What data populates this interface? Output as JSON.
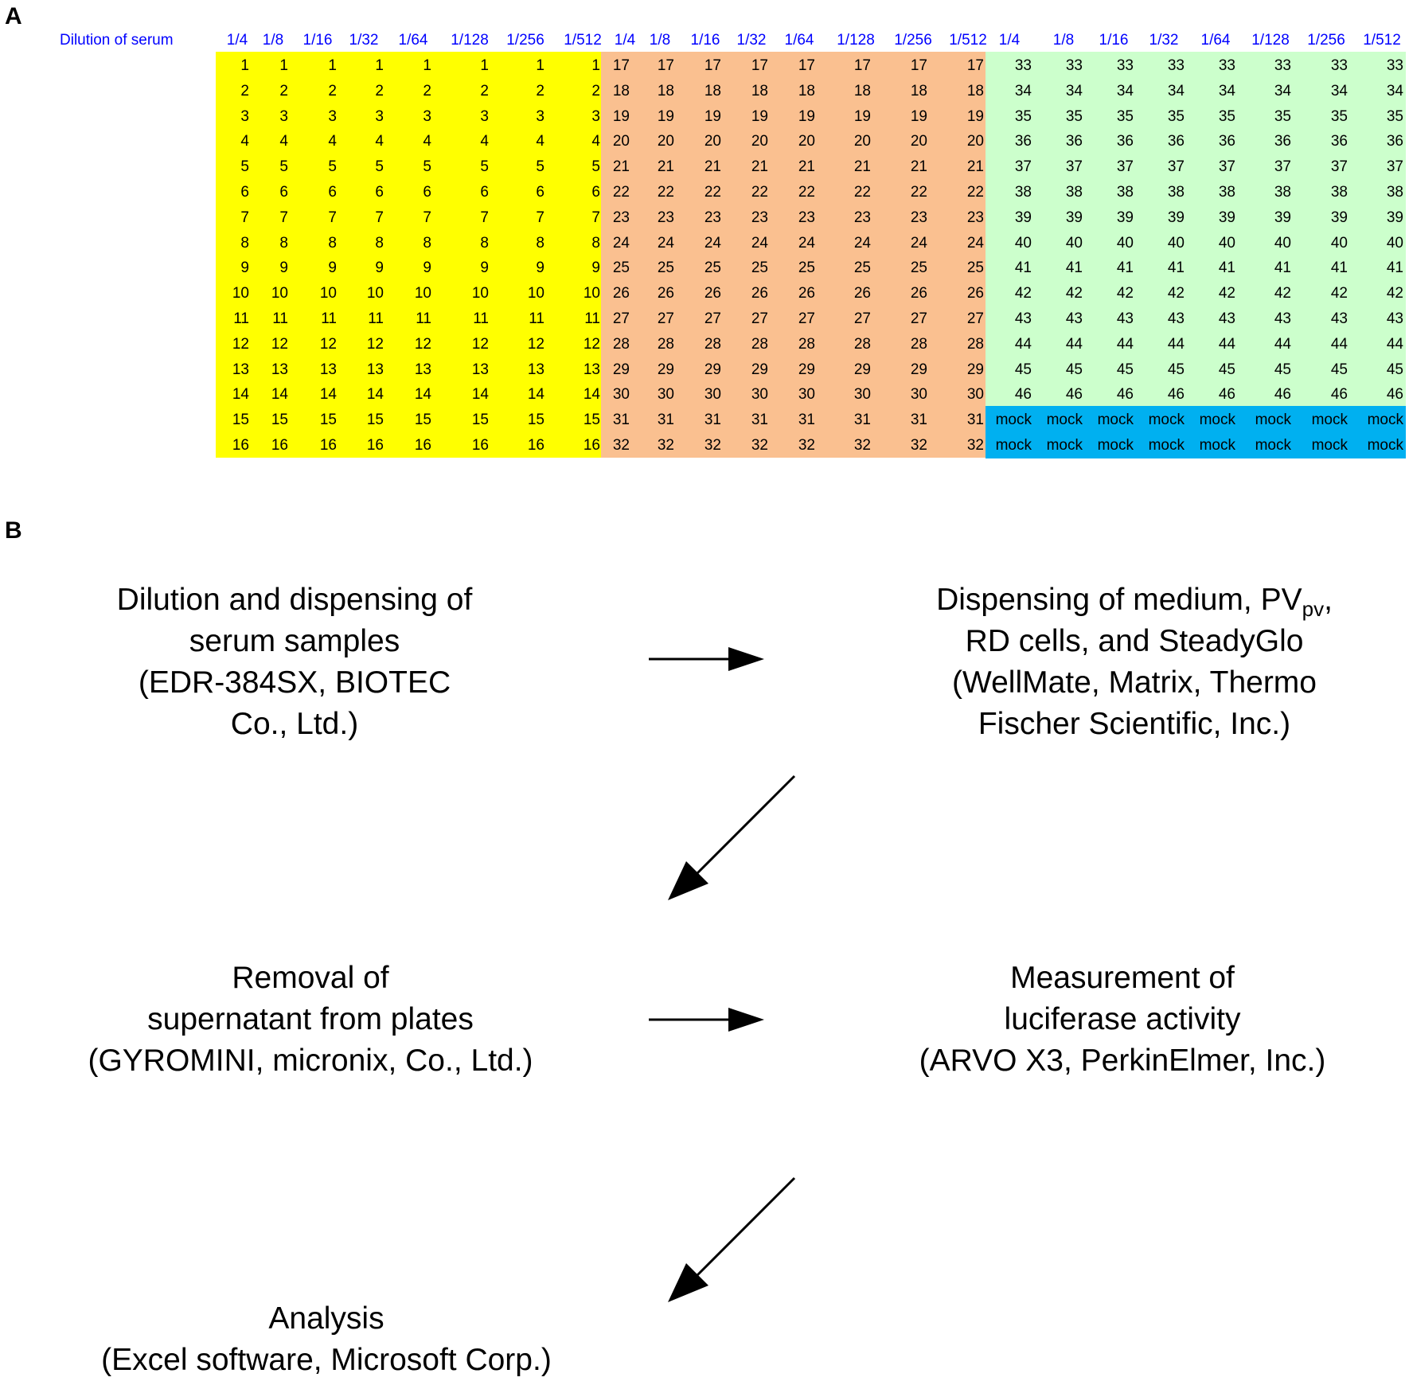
{
  "panel_labels": {
    "a": "A",
    "b": "B"
  },
  "plate": {
    "header_title": "Dilution of serum",
    "dilutions": [
      "1/4",
      "1/8",
      "1/16",
      "1/32",
      "1/64",
      "1/128",
      "1/256",
      "1/512",
      "1/4",
      "1/8",
      "1/16",
      "1/32",
      "1/64",
      "1/128",
      "1/256",
      "1/512",
      "1/4",
      "1/8",
      "1/16",
      "1/32",
      "1/64",
      "1/128",
      "1/256",
      "1/512"
    ],
    "blocks": [
      {
        "color": "#ffff00",
        "samples": [
          1,
          2,
          3,
          4,
          5,
          6,
          7,
          8,
          9,
          10,
          11,
          12,
          13,
          14,
          15,
          16
        ]
      },
      {
        "color": "#fac090",
        "samples": [
          17,
          18,
          19,
          20,
          21,
          22,
          23,
          24,
          25,
          26,
          27,
          28,
          29,
          30,
          31,
          32
        ]
      },
      {
        "color": "#ccffcc",
        "samples": [
          33,
          34,
          35,
          36,
          37,
          38,
          39,
          40,
          41,
          42,
          43,
          44,
          45,
          46,
          "mock",
          "mock"
        ]
      }
    ],
    "mock_color": "#00b0f0"
  },
  "flow": {
    "step1": {
      "lines": [
        "Dilution and dispensing of",
        "serum samples",
        "(EDR-384SX, BIOTEC",
        "Co., Ltd.)"
      ]
    },
    "step2": {
      "line1_main": "Dispensing of medium, PV",
      "line1_sub": "pv",
      "line1_tail": ",",
      "lines": [
        "RD cells, and SteadyGlo",
        "(WellMate, Matrix, Thermo",
        "Fischer Scientific, Inc.)"
      ]
    },
    "step3": {
      "lines": [
        "Removal of",
        "supernatant from plates",
        "(GYROMINI, micronix, Co., Ltd.)"
      ]
    },
    "step4": {
      "lines": [
        "Measurement of",
        "luciferase activity",
        "(ARVO X3, PerkinElmer, Inc.)"
      ]
    },
    "step5": {
      "lines": [
        "Analysis",
        "(Excel software, Microsoft Corp.)"
      ]
    }
  }
}
